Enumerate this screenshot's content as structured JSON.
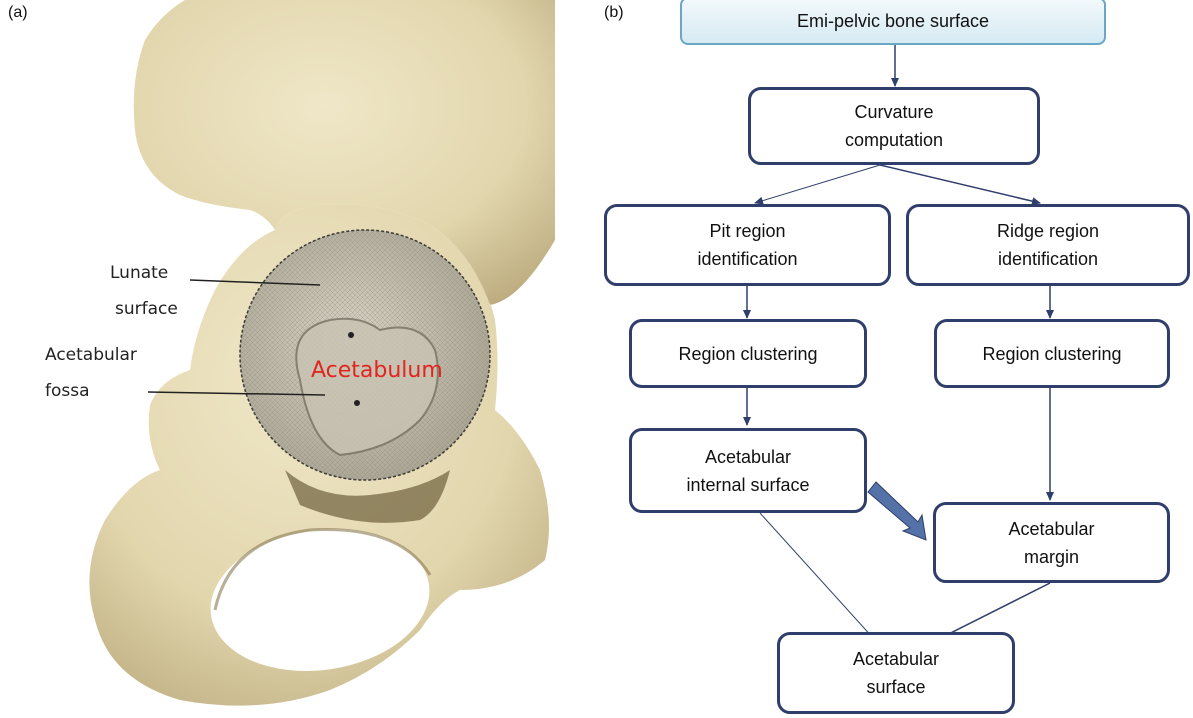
{
  "panel_a": {
    "label": "(a)",
    "labels": {
      "lunate_1": "Lunate",
      "lunate_2": "surface",
      "fossa_1": "Acetabular",
      "fossa_2": "fossa",
      "acetabulum": "Acetabulum"
    },
    "colors": {
      "bone": "#e6dcb9",
      "bone_shadow": "#b9a97e",
      "acetabulum_label": "#e0261e"
    }
  },
  "panel_b": {
    "label": "(b)",
    "nodes": {
      "start": "Emi-pelvic bone surface",
      "curvature": "Curvature\ncomputation",
      "pit": "Pit region\nidentification",
      "ridge": "Ridge region\nidentification",
      "cluster_left": "Region clustering",
      "cluster_right": "Region clustering",
      "internal": "Acetabular\ninternal surface",
      "margin": "Acetabular\nmargin",
      "surface": "Acetabular\nsurface"
    },
    "colors": {
      "node_border": "#2f3e6b",
      "start_fill": "#d6eaf3",
      "start_border": "#6aa6c6",
      "arrow": "#2f3e6b",
      "thick_arrow": "#5572a8"
    }
  }
}
